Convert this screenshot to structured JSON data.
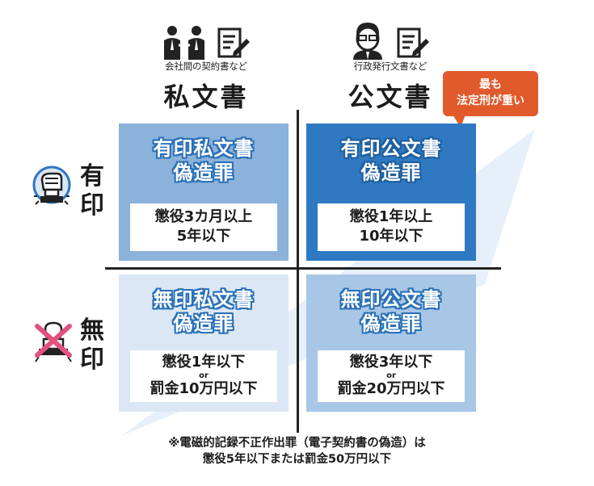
{
  "columns": [
    {
      "caption": "会社間の契約書など",
      "title": "私文書"
    },
    {
      "caption": "行政発行文書など",
      "title": "公文書"
    }
  ],
  "rows": [
    {
      "label_1": "有",
      "label_2": "印"
    },
    {
      "label_1": "無",
      "label_2": "印"
    }
  ],
  "cells": {
    "sealed_private": {
      "title_1": "有印私文書",
      "title_2": "偽造罪",
      "penalty_1": "懲役3カ月以上",
      "penalty_2": "5年以下",
      "color": "#8ab2da"
    },
    "sealed_public": {
      "title_1": "有印公文書",
      "title_2": "偽造罪",
      "penalty_1": "懲役1年以上",
      "penalty_2": "10年以下",
      "color": "#2f78c2"
    },
    "unsealed_private": {
      "title_1": "無印私文書",
      "title_2": "偽造罪",
      "penalty_1": "懲役1年以下",
      "or": "or",
      "penalty_2": "罰金10万円以下",
      "color": "#dbe7f4"
    },
    "unsealed_public": {
      "title_1": "無印公文書",
      "title_2": "偽造罪",
      "penalty_1": "懲役3年以下",
      "or": "or",
      "penalty_2": "罰金20万円以下",
      "color": "#a8c6e6"
    }
  },
  "callout": {
    "line_1": "最も",
    "line_2": "法定刑が重い",
    "color": "#e05a2b"
  },
  "footnote": {
    "line_1": "※電磁的記録不正作出罪（電子契約書の偽造）は",
    "line_2": "懲役5年以下または罰金50万円以下"
  },
  "icons": {
    "private_people": "handshake-people-icon",
    "private_doc": "document-pen-icon",
    "public_person": "official-person-icon",
    "public_doc": "document-pen-icon",
    "sealed": "stamp-icon",
    "unsealed": "crossed-stamp-icon"
  }
}
